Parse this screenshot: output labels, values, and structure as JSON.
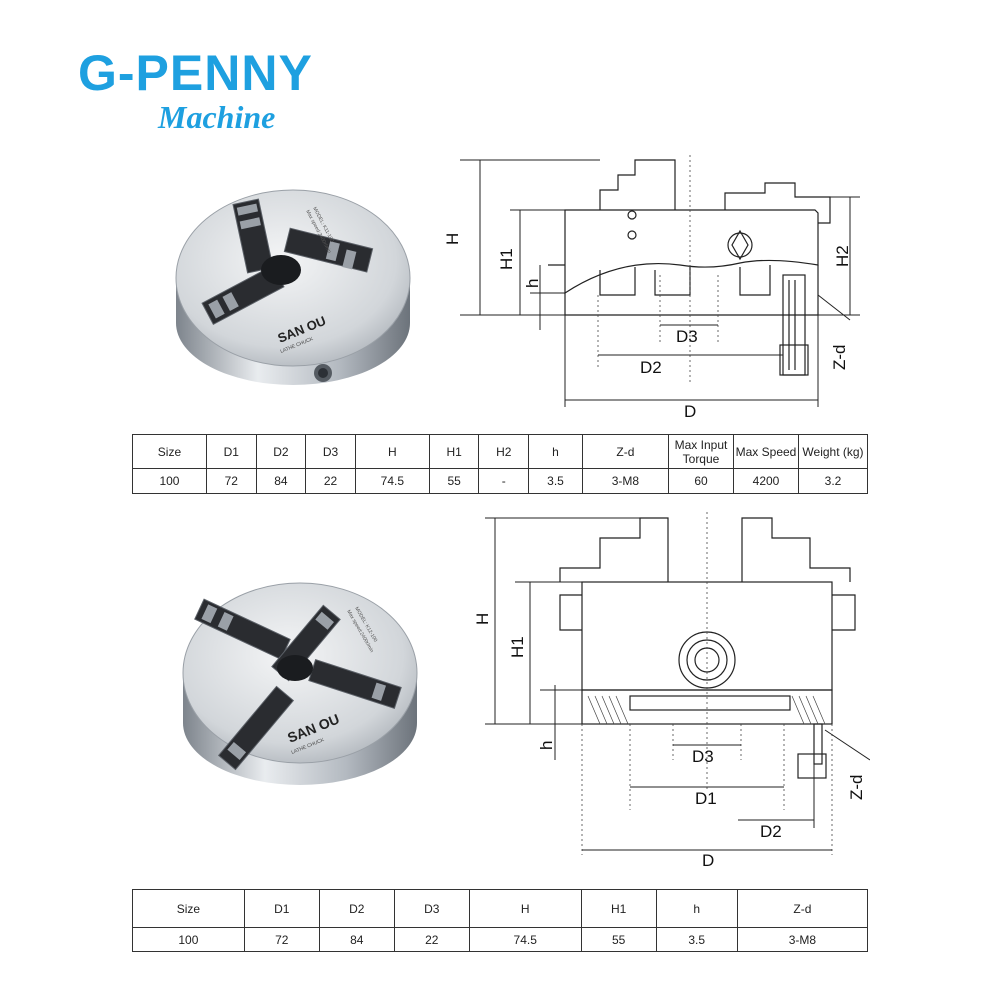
{
  "logo": {
    "title": "G-PENNY",
    "subtitle": "Machine"
  },
  "chuck3": {
    "photo_text": {
      "brand": "SAN OU",
      "sub": "LATHE CHUCK",
      "model": "MODEL: K11-100",
      "speed": "Max speed:2400r/min"
    },
    "labels": {
      "H": "H",
      "H1": "H1",
      "H2": "H2",
      "h": "h",
      "D": "D",
      "D2": "D2",
      "D3": "D3",
      "Zd": "Z-d"
    },
    "table": {
      "headers": [
        "Size",
        "D1",
        "D2",
        "D3",
        "H",
        "H1",
        "H2",
        "h",
        "Z-d",
        "Max Input Torque",
        "Max Speed",
        "Weight (kg)"
      ],
      "row": [
        "100",
        "72",
        "84",
        "22",
        "74.5",
        "55",
        "-",
        "3.5",
        "3-M8",
        "60",
        "4200",
        "3.2"
      ]
    }
  },
  "chuck4": {
    "photo_text": {
      "brand": "SAN OU",
      "sub": "LATHE CHUCK",
      "model": "MODEL: K12-100",
      "speed": "Max speed:2400r/min"
    },
    "labels": {
      "H": "H",
      "H1": "H1",
      "h": "h",
      "D": "D",
      "D1": "D1",
      "D2": "D2",
      "D3": "D3",
      "Zd": "Z-d"
    },
    "table": {
      "headers": [
        "Size",
        "D1",
        "D2",
        "D3",
        "H",
        "H1",
        "h",
        "Z-d"
      ],
      "row": [
        "100",
        "72",
        "84",
        "22",
        "74.5",
        "55",
        "3.5",
        "3-M8"
      ]
    }
  },
  "colors": {
    "brand_blue": "#1ea0e0",
    "steel_light": "#dfe2e6",
    "steel_dark": "#8a9098",
    "jaw_dark": "#2a2c30",
    "line": "#222222"
  }
}
